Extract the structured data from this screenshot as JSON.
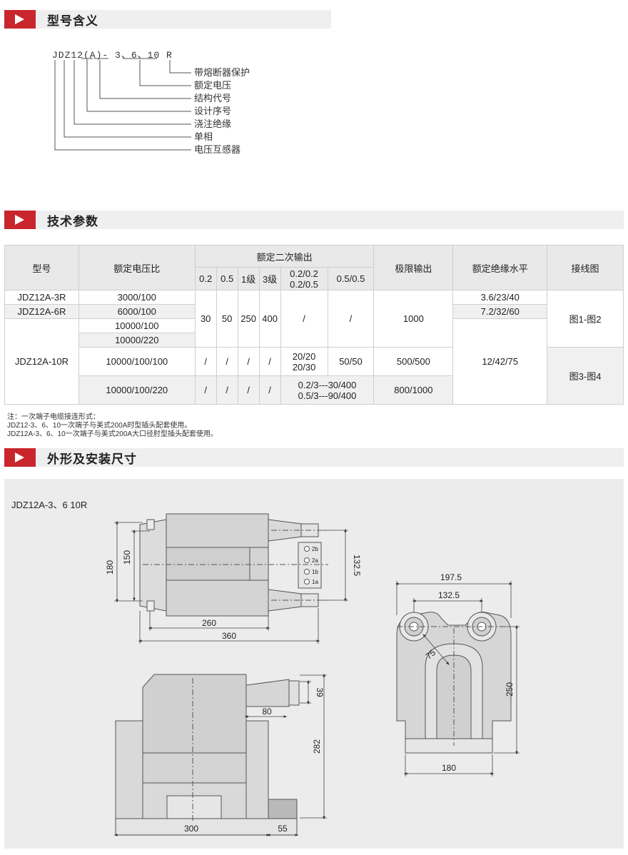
{
  "sections": {
    "s1": "型号含义",
    "s2": "技术参数",
    "s3": "外形及安装尺寸"
  },
  "code": "JDZ12(A)- 3、6、10  R",
  "code_parts": [
    "J",
    "D",
    "Z",
    "12",
    "(A)",
    "-",
    "3、6、10",
    "R"
  ],
  "meanings": [
    "带熔断器保护",
    "额定电压",
    "结构代号",
    "设计序号",
    "浇注绝缘",
    "单相",
    "电压互感器"
  ],
  "table": {
    "headers": {
      "model": "型号",
      "ratio": "额定电压比",
      "secondary": "额定二次输出",
      "limit": "极限输出",
      "insulation": "额定绝缘水平",
      "wiring": "接线图"
    },
    "sub": [
      "0.2",
      "0.5",
      "1级",
      "3级",
      "0.2/0.2",
      "0.2/0.5",
      "0.5/0.5"
    ],
    "models": [
      "JDZ12A-3R",
      "JDZ12A-6R",
      "JDZ12A-10R"
    ],
    "ratios": [
      "3000/100",
      "6000/100",
      "10000/100",
      "10000/220",
      "10000/100/100",
      "10000/100/220"
    ],
    "v1": [
      "30",
      "50",
      "250",
      "400",
      "/",
      "/",
      "1000"
    ],
    "v2_a": "20/20",
    "v2_b": "20/30",
    "v2_c": "50/50",
    "v2_limit": "500/500",
    "v3_a": "0.2/3---30/400",
    "v3_b": "0.5/3---90/400",
    "v3_limit": "800/1000",
    "slash": "/",
    "ins": [
      "3.6/23/40",
      "7.2/32/60",
      "12/42/75"
    ],
    "wiring": [
      "图1-图2",
      "图3-图4"
    ]
  },
  "notes": [
    "注：一次端子电缆接连形式：",
    "JDZ12-3、6、10一次端子与美式200A时型插头配套使用。",
    "JDZ12A-3、6、10一次端子与美式200A大口径肘型插头配套使用。"
  ],
  "drawing": {
    "model_label": "JDZ12A-3、6   10R",
    "dims": [
      "180",
      "150",
      "132.5",
      "260",
      "360",
      "197.5",
      "132.5",
      "75",
      "250",
      "180",
      "39",
      "80",
      "282",
      "300",
      "55"
    ],
    "terminals": [
      "2b",
      "2a",
      "1b",
      "1a"
    ]
  }
}
